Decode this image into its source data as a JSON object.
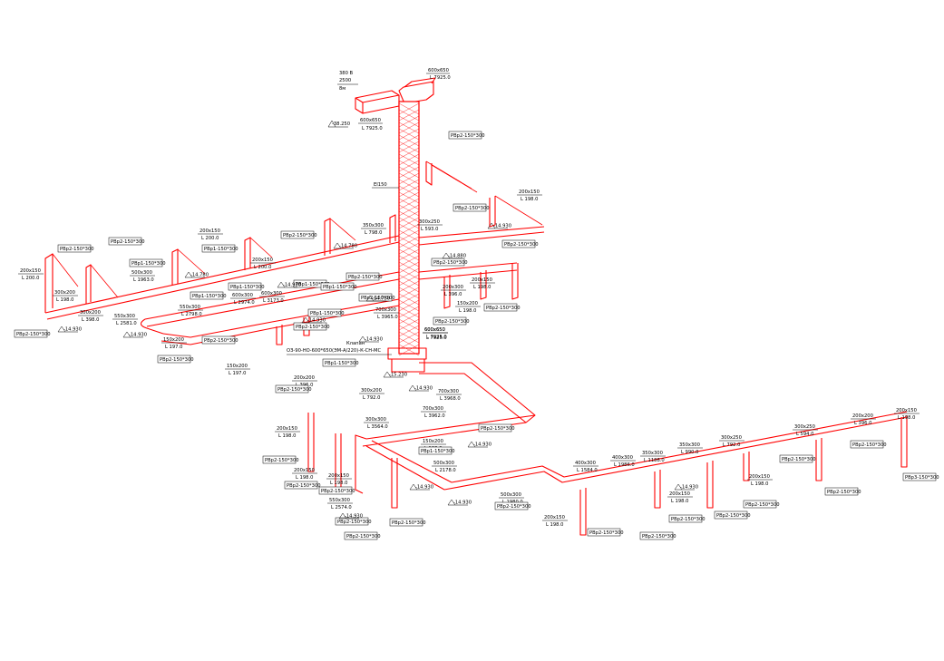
{
  "colors": {
    "duct": "#ff0000",
    "text": "#000000",
    "background": "#ffffff"
  },
  "top_unit": {
    "l1": "380 В",
    "l2": "2500",
    "l3": "8м",
    "size": "600х650",
    "len": "L 7925.0",
    "elev": "-38.250",
    "size2": "600х650",
    "len2": "L 7925.0"
  },
  "riser": {
    "label": "EI150",
    "size": "600х650",
    "len": "L 7925.0"
  },
  "valve": {
    "label1": "Клапан",
    "label2": "ОЗ-90-НО-600*650(ЭМ-А/220)-К-СН-МС"
  },
  "grilles": {
    "a": "PBp2-150*300",
    "b": "PBp1-150*300",
    "c": "PBp3-150*300"
  },
  "labels": [
    {
      "k": "s1",
      "t": "200х150",
      "l": "L 200.0"
    },
    {
      "k": "s2",
      "t": "300х200",
      "l": "L 198.0"
    },
    {
      "k": "s3",
      "t": "300х200",
      "l": "L 398.0"
    },
    {
      "k": "s4",
      "t": "550х300",
      "l": "L 2581.0"
    },
    {
      "k": "s5",
      "t": "500х300",
      "l": "L 1963.0"
    },
    {
      "k": "s6",
      "t": "200х150",
      "l": "L 200.0"
    },
    {
      "k": "s7",
      "t": "200х150",
      "l": "L 200.0"
    },
    {
      "k": "s8",
      "t": "150х200",
      "l": "L 197.0"
    },
    {
      "k": "s9",
      "t": "550х300",
      "l": "L 2798.0"
    },
    {
      "k": "s10",
      "t": "600х300",
      "l": "L 2974.0"
    },
    {
      "k": "s11",
      "t": "600х300",
      "l": "L 3173.0"
    },
    {
      "k": "s12",
      "t": "150х200",
      "l": "L 197.0"
    },
    {
      "k": "s13",
      "t": "350х300",
      "l": "L 798.0"
    },
    {
      "k": "s14",
      "t": "300х250",
      "l": "L 593.0"
    },
    {
      "k": "s15",
      "t": "200х150",
      "l": "L 198.0"
    },
    {
      "k": "s16",
      "t": "200х150",
      "l": "L 198.0"
    },
    {
      "k": "s17",
      "t": "200х300",
      "l": "L 396.0"
    },
    {
      "k": "s18",
      "t": "150х200",
      "l": "L 198.0"
    },
    {
      "k": "s19",
      "t": "700х300",
      "l": "L 3965.0"
    },
    {
      "k": "s20",
      "t": "600х650",
      "l": "L 7925.0"
    },
    {
      "k": "s21",
      "t": "200х200",
      "l": "L 396.0"
    },
    {
      "k": "s22",
      "t": "300х200",
      "l": "L 792.0"
    },
    {
      "k": "s23",
      "t": "700х300",
      "l": "L 3968.0"
    },
    {
      "k": "s24",
      "t": "700х300",
      "l": "L 3962.0"
    },
    {
      "k": "s25",
      "t": "300х300",
      "l": "L 3564.0"
    },
    {
      "k": "s26",
      "t": "200х150",
      "l": "L 198.0"
    },
    {
      "k": "s27",
      "t": "200х150",
      "l": "L 198.0"
    },
    {
      "k": "s28",
      "t": "200х150",
      "l": "L 198.0"
    },
    {
      "k": "s29",
      "t": "550х300",
      "l": "L 2574.0"
    },
    {
      "k": "s30",
      "t": "150х200",
      "l": "L 198.0"
    },
    {
      "k": "s31",
      "t": "500х300",
      "l": "L 2178.0"
    },
    {
      "k": "s32",
      "t": "500х300",
      "l": "L 1980.0"
    },
    {
      "k": "s33",
      "t": "200х150",
      "l": "L 198.0"
    },
    {
      "k": "s34",
      "t": "400х300",
      "l": "L 1584.0"
    },
    {
      "k": "s35",
      "t": "400х300",
      "l": "L 1986.0"
    },
    {
      "k": "s36",
      "t": "350х300",
      "l": "L 1188.0"
    },
    {
      "k": "s37",
      "t": "350х300",
      "l": "L 990.0"
    },
    {
      "k": "s38",
      "t": "300х250",
      "l": "L 792.0"
    },
    {
      "k": "s39",
      "t": "300х250",
      "l": "L 594.0"
    },
    {
      "k": "s40",
      "t": "200х200",
      "l": "L 396.0"
    },
    {
      "k": "s41",
      "t": "200х150",
      "l": "L 198.0"
    },
    {
      "k": "s42",
      "t": "200х150",
      "l": "L 198.0"
    },
    {
      "k": "s43",
      "t": "200х150",
      "l": "L 198.0"
    }
  ],
  "elevations": [
    "-14.930",
    "-14.930",
    "-14.780",
    "-14.930",
    "-14.780",
    "-14.880",
    "-14.930",
    "-14.780",
    "-14.930",
    "-14.930",
    "-15.230",
    "-14.930",
    "-14.930",
    "-14.930",
    "-14.930",
    "-14.930",
    "-14.930"
  ]
}
